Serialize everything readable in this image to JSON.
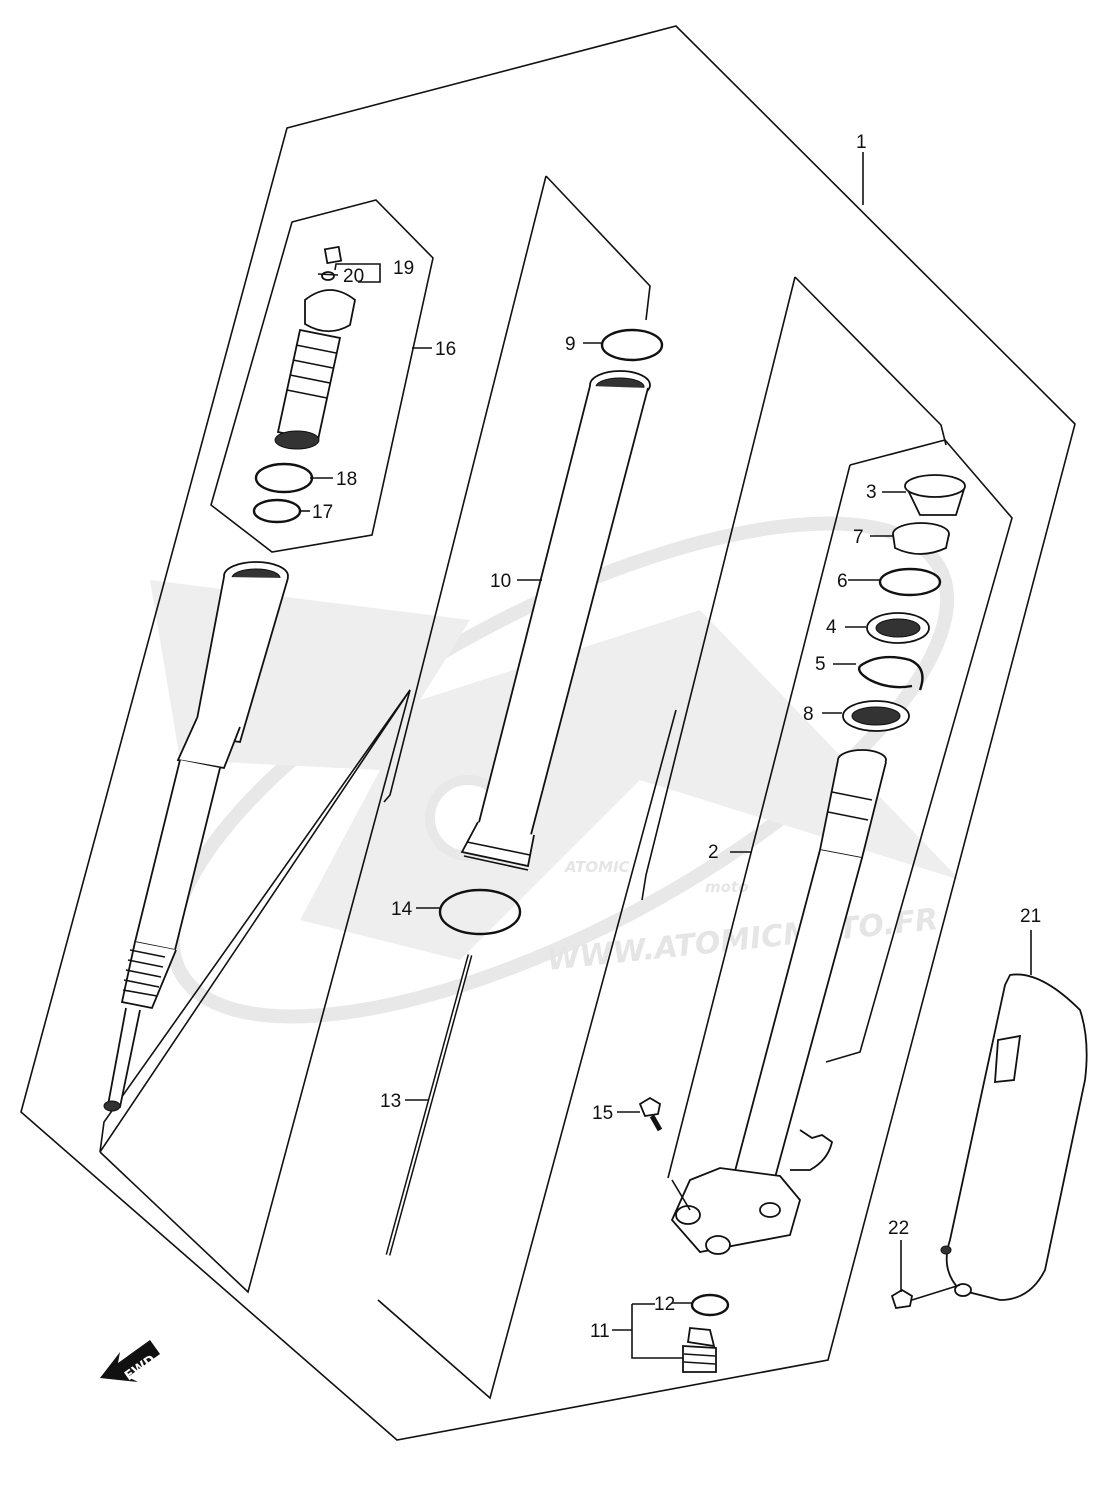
{
  "watermark": {
    "brand": "ATOMIC",
    "sub": "moto",
    "url": "WWW.ATOMICMOTO.FR"
  },
  "direction_badge": "FWD",
  "callouts": {
    "p1": "1",
    "p2": "2",
    "p3": "3",
    "p4": "4",
    "p5": "5",
    "p6": "6",
    "p7": "7",
    "p8": "8",
    "p9": "9",
    "p10": "10",
    "p11": "11",
    "p12": "12",
    "p13": "13",
    "p14": "14",
    "p15": "15",
    "p16": "16",
    "p17": "17",
    "p18": "18",
    "p19": "19",
    "p20": "20",
    "p21": "21",
    "p22": "22"
  }
}
